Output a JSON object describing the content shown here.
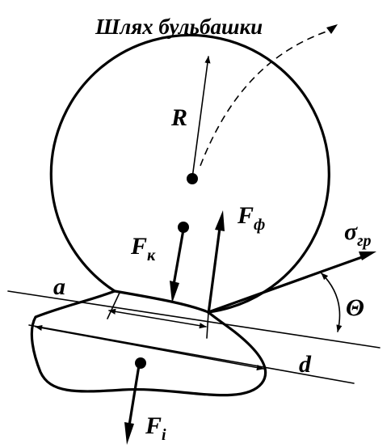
{
  "title": "Шлях бульбашки",
  "labels": {
    "R": "R",
    "F_k_base": "F",
    "F_k_sub": "к",
    "F_f_base": "F",
    "F_f_sub": "ф",
    "sigma_base": "σ",
    "sigma_sub": "гр",
    "theta": "Θ",
    "a": "a",
    "d": "d",
    "F_i_base": "F",
    "F_i_sub": "i"
  }
}
